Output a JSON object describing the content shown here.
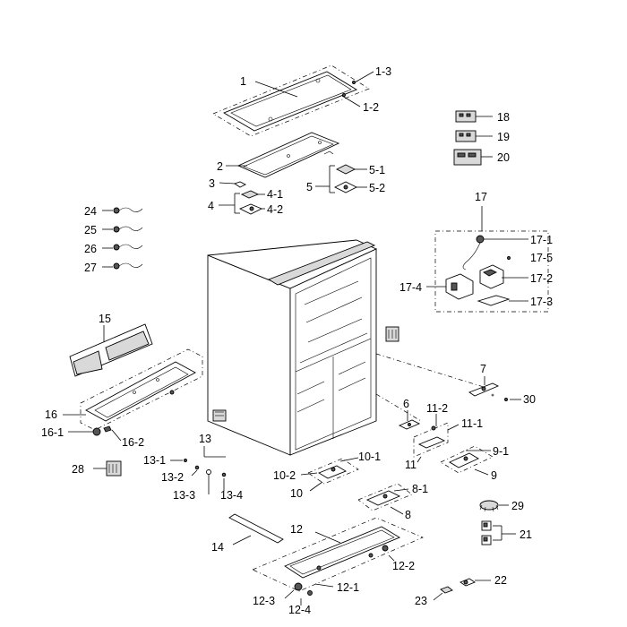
{
  "labels": {
    "p1": "1",
    "p1_2": "1-2",
    "p1_3": "1-3",
    "p2": "2",
    "p3": "3",
    "p4": "4",
    "p4_1": "4-1",
    "p4_2": "4-2",
    "p5": "5",
    "p5_1": "5-1",
    "p5_2": "5-2",
    "p6": "6",
    "p7": "7",
    "p8": "8",
    "p8_1": "8-1",
    "p9": "9",
    "p9_1": "9-1",
    "p10": "10",
    "p10_1": "10-1",
    "p10_2": "10-2",
    "p11": "11",
    "p11_1": "11-1",
    "p11_2": "11-2",
    "p12": "12",
    "p12_1": "12-1",
    "p12_2": "12-2",
    "p12_3": "12-3",
    "p12_4": "12-4",
    "p13": "13",
    "p13_1": "13-1",
    "p13_2": "13-2",
    "p13_3": "13-3",
    "p13_4": "13-4",
    "p14": "14",
    "p15": "15",
    "p16": "16",
    "p16_1": "16-1",
    "p16_2": "16-2",
    "p17": "17",
    "p17_1": "17-1",
    "p17_2": "17-2",
    "p17_3": "17-3",
    "p17_4": "17-4",
    "p17_5": "17-5",
    "p18": "18",
    "p19": "19",
    "p20": "20",
    "p21": "21",
    "p22": "22",
    "p23": "23",
    "p24": "24",
    "p25": "25",
    "p26": "26",
    "p27": "27",
    "p28": "28",
    "p29": "29",
    "p30": "30"
  }
}
